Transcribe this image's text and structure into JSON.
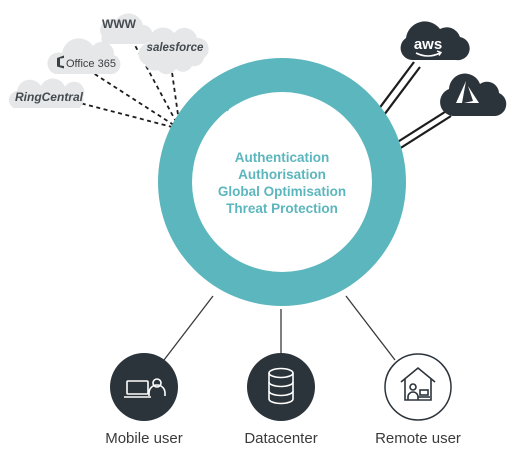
{
  "ring": {
    "title": "FortressAS SDP",
    "services": [
      "Authentication",
      "Authorisation",
      "Global Optimisation",
      "Threat Protection"
    ]
  },
  "saas_apps": {
    "www": "WWW",
    "salesforce": "salesforce",
    "office365": "Office 365",
    "ringcentral": "RingCentral"
  },
  "cloud_providers": {
    "aws": "aws",
    "azure_icon": "azure-icon"
  },
  "endpoints": [
    {
      "label": "Mobile user",
      "icon": "laptop-user-icon"
    },
    {
      "label": "Datacenter",
      "icon": "database-icon"
    },
    {
      "label": "Remote user",
      "icon": "home-user-icon"
    }
  ],
  "colors": {
    "ring": "#5cb6bd",
    "text_teal": "#5cb6bd",
    "dark_icon": "#2c343b",
    "cloud_fill": "#e6e7e8",
    "caption": "#3a3a3a"
  }
}
